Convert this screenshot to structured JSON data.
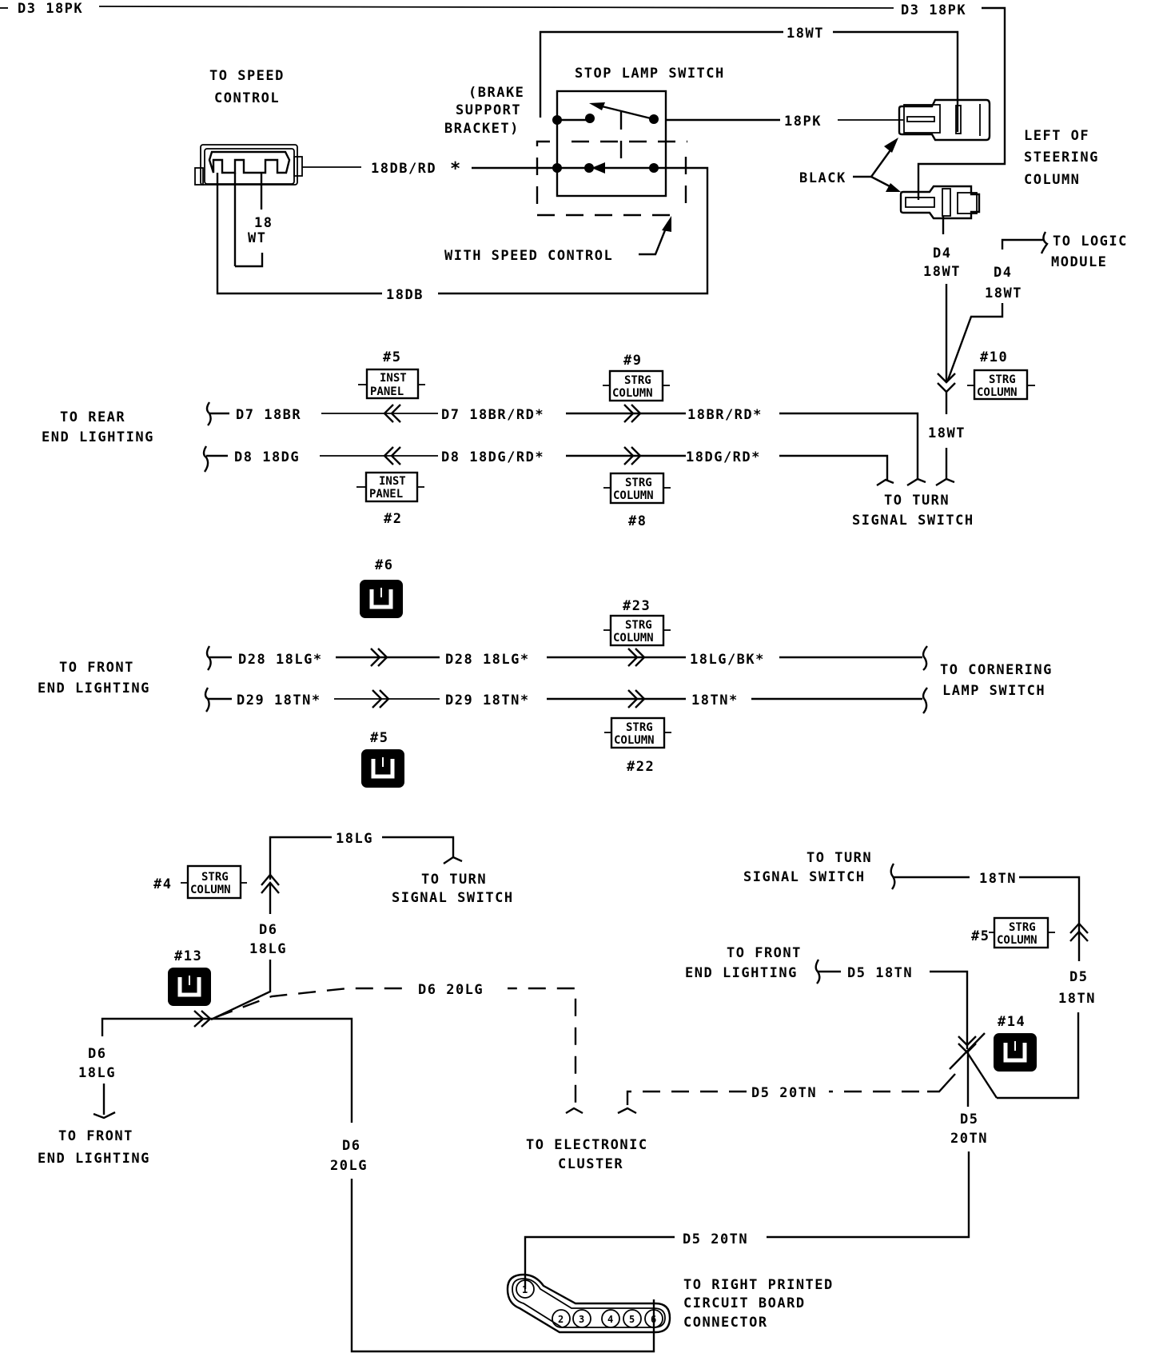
{
  "title": "Stop Lamp / Turn Signal Wiring Diagram",
  "colors": {
    "ink": "#000000",
    "paper": "#ffffff"
  },
  "top": {
    "d3_left": "D3 18PK",
    "d3_right": "D3 18PK",
    "wt_18": "18WT",
    "pk_18": "18PK",
    "speed_control_1": "TO SPEED",
    "speed_control_2": "CONTROL",
    "brake_1": "(BRAKE",
    "brake_2": "SUPPORT",
    "brake_3": "BRACKET)",
    "stop_lamp_switch": "STOP LAMP SWITCH",
    "db_rd": "18DB/RD",
    "db_rd_marker": "*",
    "wt_a": "18",
    "wt_b": "WT",
    "with_speed_control": "WITH SPEED CONTROL",
    "db_bottom": "18DB",
    "black": "BLACK",
    "left_of_1": "LEFT OF",
    "left_of_2": "STEERING",
    "left_of_3": "COLUMN",
    "d4a_1": "D4",
    "d4a_2": "18WT",
    "d4b_1": "D4",
    "d4b_2": "18WT",
    "logic_1": "TO LOGIC",
    "logic_2": "MODULE"
  },
  "rear": {
    "label_1": "TO REAR",
    "label_2": "END LIGHTING",
    "d7_left": "D7 18BR",
    "d8_left": "D8 18DG",
    "d7_mid": "D7 18BR/RD*",
    "d8_mid": "D8 18DG/RD*",
    "d7_right": "18BR/RD*",
    "d8_right": "18DG/RD*",
    "inst5_num": "#5",
    "inst5_l1": "INST",
    "inst5_l2": "PANEL",
    "inst2_num": "#2",
    "inst2_l1": "INST",
    "inst2_l2": "PANEL",
    "strg9_num": "#9",
    "strg8_num": "#8",
    "strg10_num": "#10",
    "strg_l1": "STRG",
    "strg_l2": "COLUMN",
    "wt18": "18WT",
    "turn_1": "TO TURN",
    "turn_2": "SIGNAL SWITCH"
  },
  "front": {
    "label_1": "TO FRONT",
    "label_2": "END LIGHTING",
    "splice6": "#6",
    "splice5": "#5",
    "d28_left": "D28 18LG*",
    "d29_left": "D29 18TN*",
    "d28_mid": "D28 18LG*",
    "d29_mid": "D29 18TN*",
    "d28_right": "18LG/BK*",
    "d29_right": "18TN*",
    "strg23_num": "#23",
    "strg22_num": "#22",
    "corner_1": "TO CORNERING",
    "corner_2": "LAMP SWITCH"
  },
  "bottom_left": {
    "lg18_top": "18LG",
    "turn_1": "TO TURN",
    "turn_2": "SIGNAL SWITCH",
    "strg4_num": "#4",
    "d6a_1": "D6",
    "d6a_2": "18LG",
    "splice13": "#13",
    "d6_20lg": "D6 20LG",
    "d6b_1": "D6",
    "d6b_2": "18LG",
    "front_1": "TO FRONT",
    "front_2": "END LIGHTING",
    "d6c_1": "D6",
    "d6c_2": "20LG",
    "cluster_1": "TO ELECTRONIC",
    "cluster_2": "CLUSTER"
  },
  "bottom_right": {
    "turn_1": "TO TURN",
    "turn_2": "SIGNAL SWITCH",
    "tn18": "18TN",
    "strg5_num": "#5",
    "front_1": "TO FRONT",
    "front_2": "END LIGHTING",
    "d5_18tn": "D5 18TN",
    "d5a_1": "D5",
    "d5a_2": "18TN",
    "splice14": "#14",
    "d5_20tn_dash": "D5 20TN",
    "d5b_1": "D5",
    "d5b_2": "20TN",
    "d5_20tn_bottom": "D5 20TN",
    "pcb_1": "TO RIGHT PRINTED",
    "pcb_2": "CIRCUIT BOARD",
    "pcb_3": "CONNECTOR",
    "pins": [
      "1",
      "2",
      "3",
      "4",
      "5",
      "6"
    ]
  }
}
